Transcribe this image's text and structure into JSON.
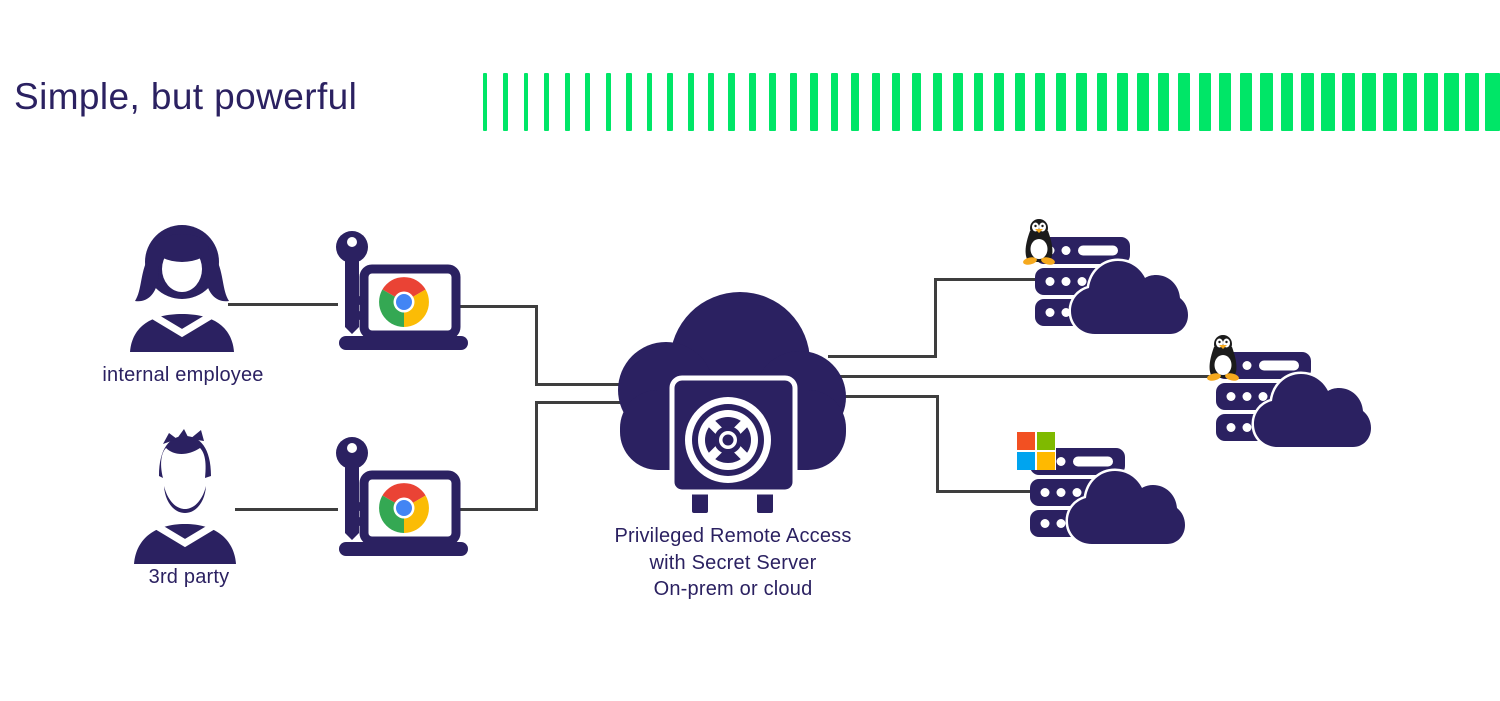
{
  "title": "Simple, but powerful",
  "labels": {
    "internal_employee": "internal employee",
    "third_party": "3rd party",
    "center_line1": "Privileged Remote Access",
    "center_line2": "with Secret Server",
    "center_line3": "On-prem or cloud"
  },
  "servers": [
    {
      "os": "Linux",
      "icon": "linux-tux-icon"
    },
    {
      "os": "Linux",
      "icon": "linux-tux-icon"
    },
    {
      "os": "Windows",
      "icon": "windows-logo-icon"
    }
  ],
  "icons": [
    "female-user-icon",
    "male-user-icon",
    "key-icon",
    "laptop-icon",
    "chrome-browser-icon",
    "cloud-icon",
    "vault-icon",
    "server-rack-icon",
    "linux-tux-icon",
    "windows-logo-icon"
  ],
  "colors": {
    "navy": "#2b2161",
    "accent_green": "#00E667",
    "connector": "#3e3e3e",
    "chrome_red": "#EA4335",
    "chrome_green": "#34A853",
    "chrome_yellow": "#FBBC05",
    "chrome_blue": "#4285F4",
    "ms_red": "#F25022",
    "ms_green": "#7FBA00",
    "ms_blue": "#00A4EF",
    "ms_yellow": "#FFB900",
    "tux_black": "#1b1b1b",
    "tux_orange": "#F5A91E"
  },
  "decor": {
    "green_bar_count": 50
  }
}
